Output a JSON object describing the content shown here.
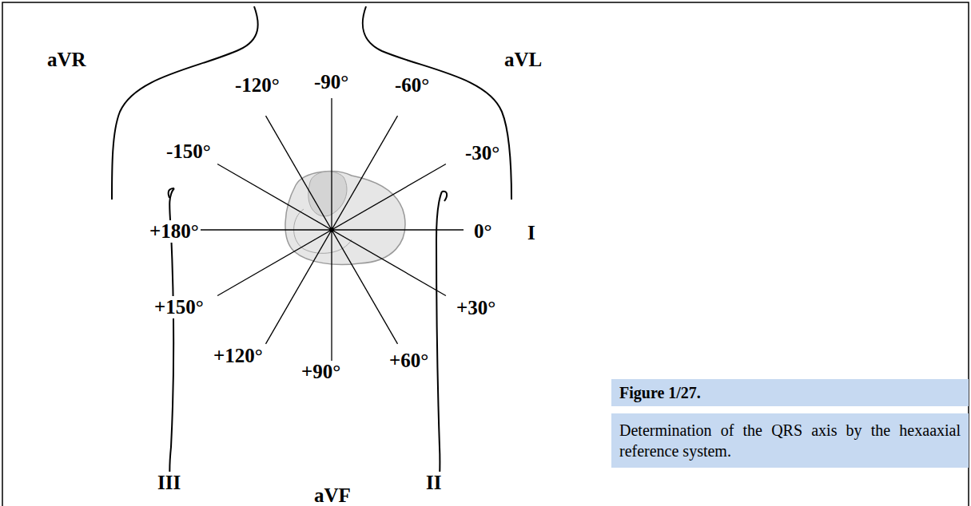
{
  "diagram": {
    "nodes": [
      {
        "text": [
          "Figure 1/27."
        ]
      },
      {
        "text": [
          "Determination of the QRS axis by the hexaaxial reference system."
        ]
      }
    ],
    "labels": [
      "aVR",
      "-120°",
      "-90°",
      "-60°",
      "aVL",
      "-150°",
      "-30°",
      "+180°",
      "0°",
      "I",
      "+150°",
      "+30°",
      "+120°",
      "+90°",
      "+60°",
      "III",
      "aVF",
      "II"
    ]
  }
}
